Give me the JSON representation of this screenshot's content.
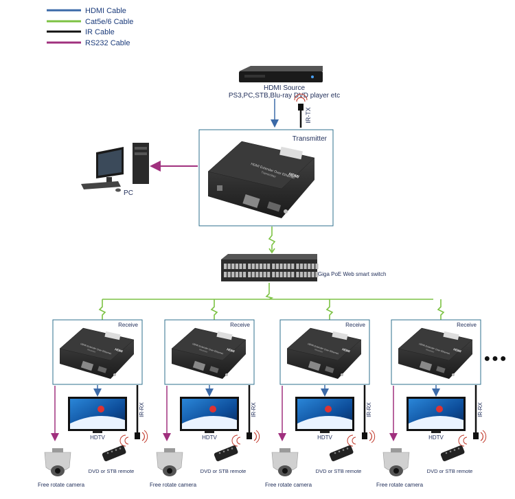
{
  "legend": [
    {
      "label": "HDMI Cable",
      "color": "#3b6aa8"
    },
    {
      "label": "Cat5e/6 Cable",
      "color": "#7cc243"
    },
    {
      "label": "IR Cable",
      "color": "#111111"
    },
    {
      "label": "RS232 Cable",
      "color": "#a0307e"
    }
  ],
  "source": {
    "title": "HDMI Source",
    "subtitle": "PS3,PC,STB,Blu-ray DVD player etc",
    "ir_label": "IR-TX"
  },
  "transmitter": {
    "label": "Transmitter",
    "device_text": "HDMI Extender Over Ethernet",
    "sub_text": "Transmitter",
    "logo": "HDMI"
  },
  "pc": {
    "label": "PC"
  },
  "switch": {
    "label": "Giga PoE Web smart switch"
  },
  "receivers": [
    {
      "label": "Receive",
      "device_text": "HDMI Extender Over Ethernet",
      "sub_text": "Receiver",
      "logo": "HDMI",
      "tv_label": "HDTV",
      "ir_label": "IR-RX",
      "remote_label": "DVD or STB remote",
      "camera_label": "Free rotate camera"
    },
    {
      "label": "Receive",
      "device_text": "HDMI Extender Over Ethernet",
      "sub_text": "Receiver",
      "logo": "HDMI",
      "tv_label": "HDTV",
      "ir_label": "IR-RX",
      "remote_label": "DVD or STB remote",
      "camera_label": "Free rotate camera"
    },
    {
      "label": "Receive",
      "device_text": "HDMI Extender Over Ethernet",
      "sub_text": "Receiver",
      "logo": "HDMI",
      "tv_label": "HDTV",
      "ir_label": "IR-RX",
      "remote_label": "DVD or STB remote",
      "camera_label": "Free rotate camera"
    },
    {
      "label": "Receive",
      "device_text": "HDMI Extender Over Ethernet",
      "sub_text": "Receiver",
      "logo": "HDMI",
      "tv_label": "HDTV",
      "ir_label": "IR-RX",
      "remote_label": "DVD or STB remote",
      "camera_label": "Free rotate camera"
    }
  ],
  "more_indicator": "●●●"
}
